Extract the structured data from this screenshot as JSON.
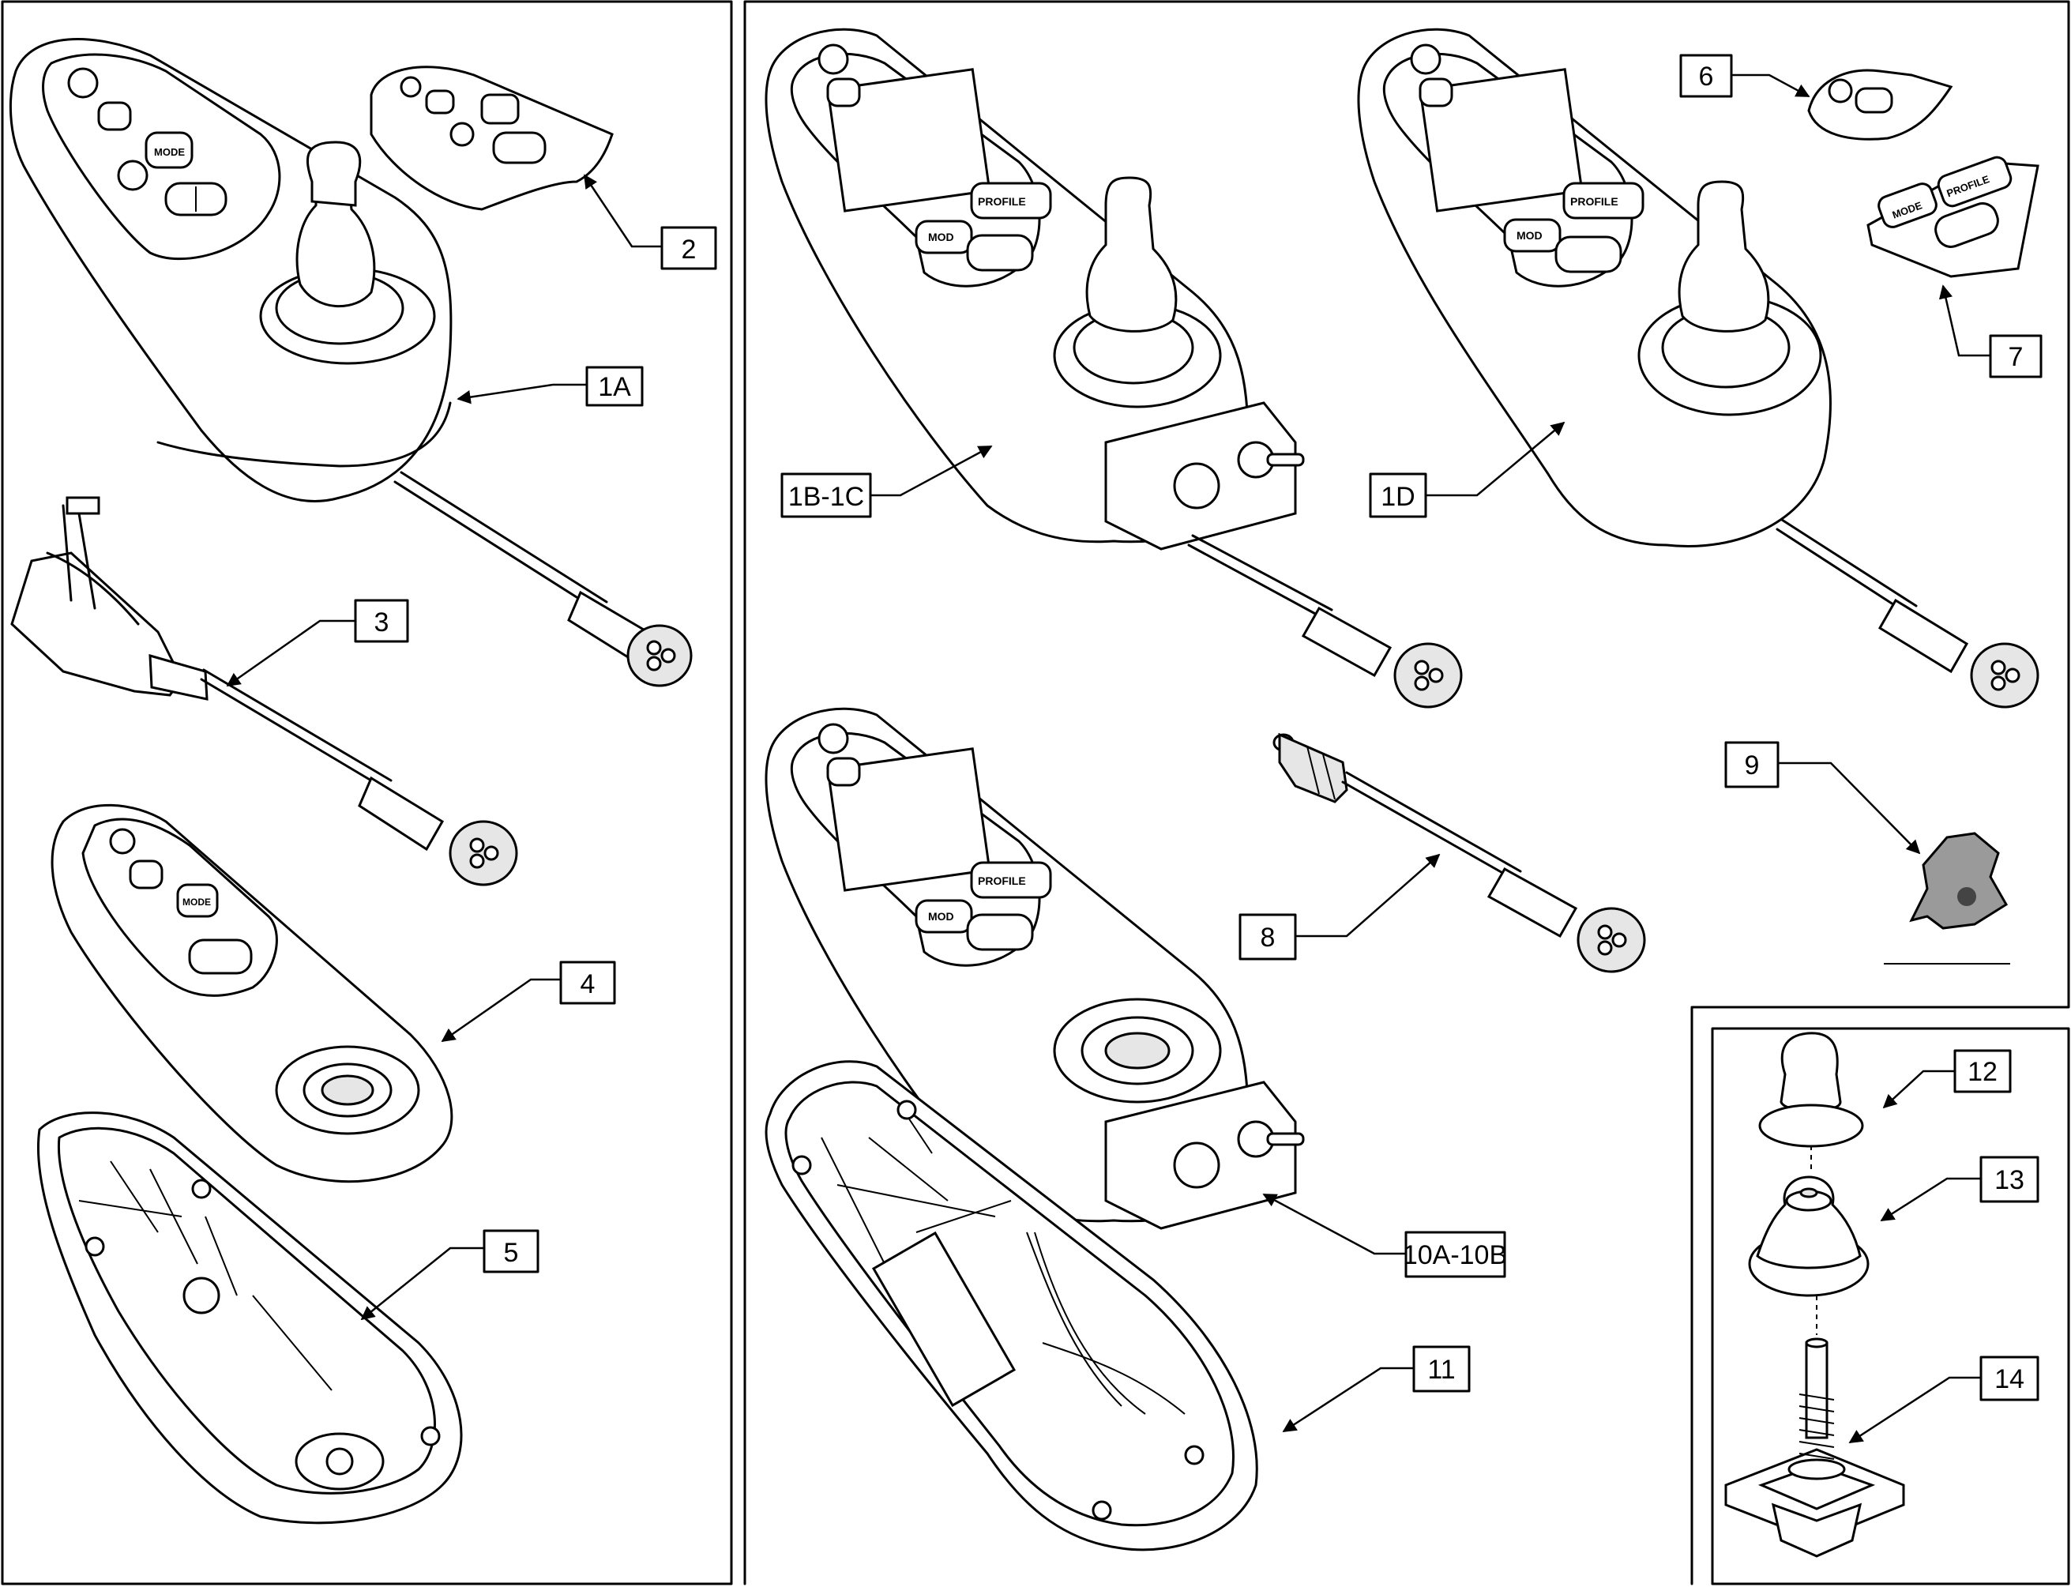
{
  "callouts": [
    {
      "id": "c2",
      "label": "2"
    },
    {
      "id": "c1a",
      "label": "1A"
    },
    {
      "id": "c3",
      "label": "3"
    },
    {
      "id": "c4",
      "label": "4"
    },
    {
      "id": "c5",
      "label": "5"
    },
    {
      "id": "c1b",
      "label": "1B-1C"
    },
    {
      "id": "c1d",
      "label": "1D"
    },
    {
      "id": "c6",
      "label": "6"
    },
    {
      "id": "c7",
      "label": "7"
    },
    {
      "id": "c8",
      "label": "8"
    },
    {
      "id": "c9",
      "label": "9"
    },
    {
      "id": "c10",
      "label": "10A-10B"
    },
    {
      "id": "c11",
      "label": "11"
    },
    {
      "id": "c12",
      "label": "12"
    },
    {
      "id": "c13",
      "label": "13"
    },
    {
      "id": "c14",
      "label": "14"
    }
  ],
  "button_labels": {
    "mode": "MODE",
    "mod": "MOD",
    "profile": "PROFILE"
  }
}
